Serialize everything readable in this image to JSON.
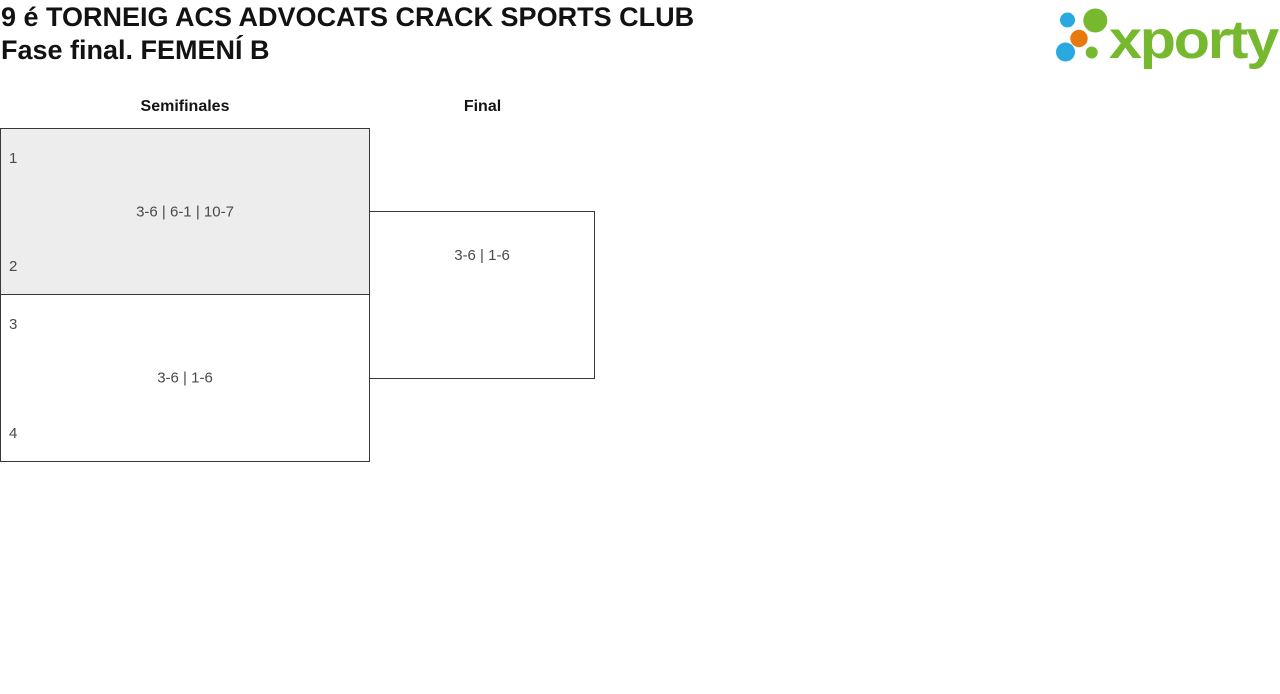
{
  "header": {
    "title_line1": "9 é TORNEIG ACS ADVOCATS CRACK SPORTS CLUB",
    "title_line2": "Fase final. FEMENÍ B"
  },
  "logo": {
    "wordmark": "xporty",
    "colors": {
      "green": "#76b82e",
      "blue": "#2aa9e0",
      "orange": "#e8790e"
    }
  },
  "bracket": {
    "round_headers": [
      {
        "label": "Semifinales"
      },
      {
        "label": "Final"
      }
    ],
    "semifinals": [
      {
        "top_seed": "1",
        "bottom_seed": "2",
        "score": "3-6 | 6-1 | 10-7",
        "highlighted": true
      },
      {
        "top_seed": "3",
        "bottom_seed": "4",
        "score": "3-6 | 1-6",
        "highlighted": false
      }
    ],
    "final": {
      "score": "3-6 | 1-6"
    },
    "styles": {
      "box_border": "#383838",
      "highlight_fill": "#ededed",
      "score_text_color": "#4a4a4a"
    }
  }
}
